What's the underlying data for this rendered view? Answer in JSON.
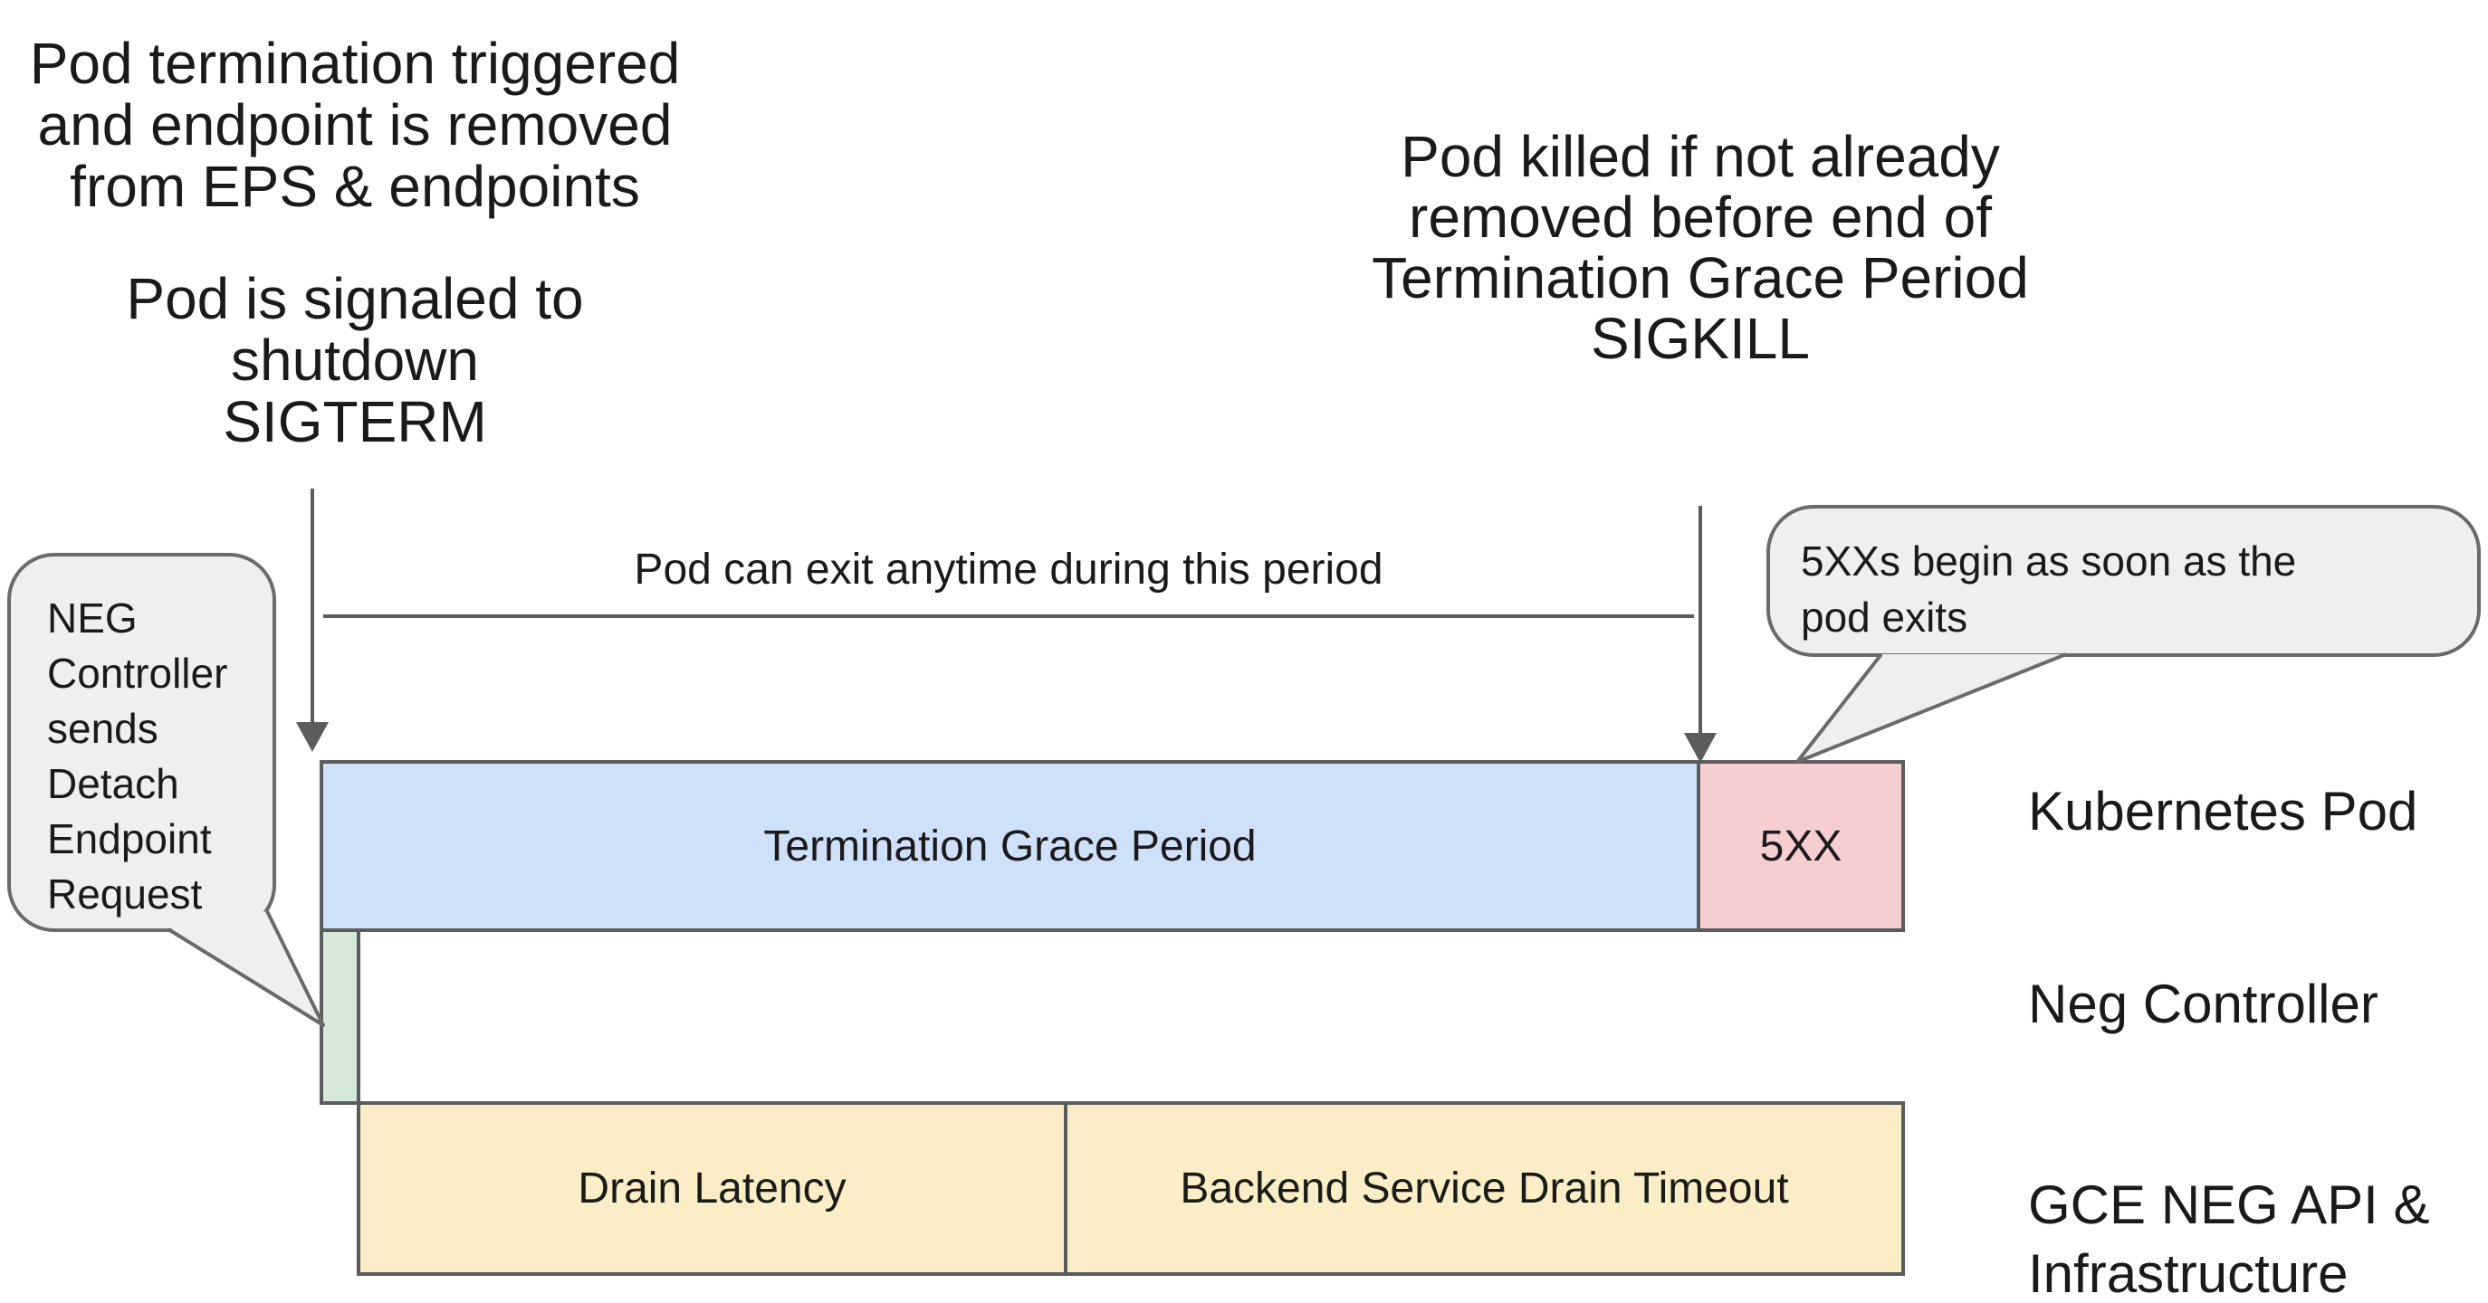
{
  "notes": {
    "pod_termination": {
      "lines": [
        "Pod termination triggered",
        "and endpoint is removed",
        "from EPS & endpoints"
      ],
      "lines2": [
        "Pod is signaled to shutdown",
        "SIGTERM"
      ]
    },
    "pod_killed": {
      "lines": [
        "Pod killed if not already",
        "removed before end of",
        "Termination Grace Period",
        "SIGKILL"
      ]
    },
    "period_label": "Pod can exit anytime during this period"
  },
  "callouts": {
    "neg_controller": {
      "lines": [
        "NEG",
        "Controller",
        "sends",
        "Detach",
        "Endpoint",
        "Request"
      ]
    },
    "five_xx": {
      "lines": [
        "5XXs begin as soon as the",
        "pod exits"
      ]
    }
  },
  "timeline_bars": {
    "termination_grace_period": "Termination Grace Period",
    "five_xx": "5XX",
    "drain_latency": "Drain Latency",
    "backend_service_drain_timeout": "Backend Service Drain Timeout"
  },
  "row_labels": {
    "kubernetes_pod": "Kubernetes Pod",
    "neg_controller": "Neg Controller",
    "gce_line1": "GCE NEG API &",
    "gce_line2": "Infrastructure"
  },
  "colors": {
    "grace_period_fill": "#cfe1f9",
    "five_xx_fill": "#f6ced0",
    "detach_fill": "#d6e9d8",
    "drain_fill": "#fbedc5",
    "callout_fill": "#efefef",
    "stroke": "#5a5c5e",
    "callout_stroke": "#6a6a6a"
  }
}
